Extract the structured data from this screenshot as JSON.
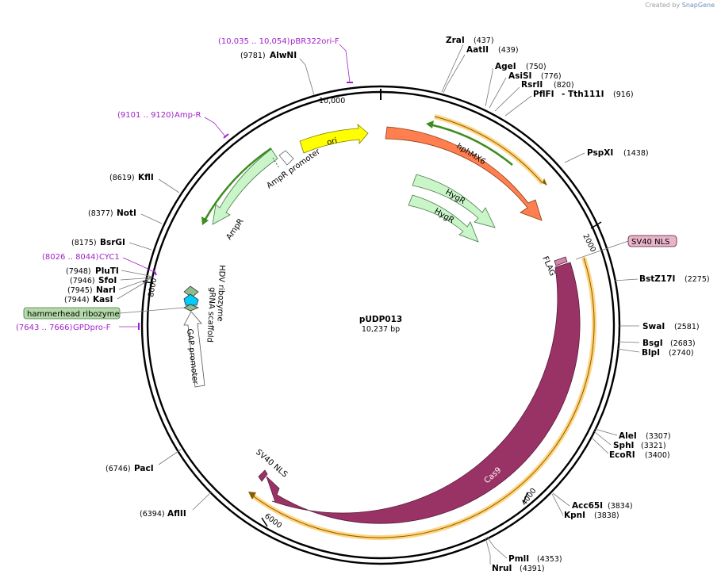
{
  "credit": {
    "prefix": "Created by",
    "brand": "SnapGene"
  },
  "plasmid": {
    "name": "pUDP013",
    "length": "10,237 bp"
  },
  "ticks": [
    "10,000",
    "2000",
    "4000",
    "6000",
    "8000"
  ],
  "sites": [
    {
      "name": "ZraI",
      "pos": "(437)"
    },
    {
      "name": "AatII",
      "pos": "(439)"
    },
    {
      "name": "AgeI",
      "pos": "(750)"
    },
    {
      "name": "AsiSI",
      "pos": "(776)"
    },
    {
      "name": "RsrII",
      "pos": "(820)"
    },
    {
      "name": "PflFI",
      "pos": "- Tth111I",
      "extra": "(916)"
    },
    {
      "name": "PspXI",
      "pos": "(1438)"
    },
    {
      "name": "BstZ17I",
      "pos": "(2275)"
    },
    {
      "name": "SwaI",
      "pos": "(2581)"
    },
    {
      "name": "BsgI",
      "pos": "(2683)"
    },
    {
      "name": "BlpI",
      "pos": "(2740)"
    },
    {
      "name": "AleI",
      "pos": "(3307)"
    },
    {
      "name": "SphI",
      "pos": "(3321)"
    },
    {
      "name": "EcoRI",
      "pos": "(3400)"
    },
    {
      "name": "Acc65I",
      "pos": "(3834)"
    },
    {
      "name": "KpnI",
      "pos": "(3838)"
    },
    {
      "name": "PmlI",
      "pos": "(4353)"
    },
    {
      "name": "NruI",
      "pos": "(4391)"
    },
    {
      "name": "AflII",
      "pos": "(6394)"
    },
    {
      "name": "PacI",
      "pos": "(6746)"
    },
    {
      "name": "KasI",
      "pos": "(7944)"
    },
    {
      "name": "NarI",
      "pos": "(7945)"
    },
    {
      "name": "SfoI",
      "pos": "(7946)"
    },
    {
      "name": "PluTI",
      "pos": "(7948)"
    },
    {
      "name": "BsrGI",
      "pos": "(8175)"
    },
    {
      "name": "NotI",
      "pos": "(8377)"
    },
    {
      "name": "KflI",
      "pos": "(8619)"
    },
    {
      "name": "AlwNI",
      "pos": "(9781)"
    }
  ],
  "primers": [
    {
      "range": "(10,035 .. 10,054)",
      "name": "pBR322ori-F"
    },
    {
      "range": "(9101 .. 9120)",
      "name": "Amp-R"
    },
    {
      "range": "(8026 .. 8044)",
      "name": "CYC1"
    },
    {
      "range": "(7643 .. 7666)",
      "name": "GPDpro-F"
    }
  ],
  "features": {
    "ori": "ori",
    "hph": "hphMX6",
    "hygr1": "HygR",
    "hygr2": "HygR",
    "ampr": "AmpR",
    "ampr_prom": "AmpR promoter",
    "flag": "FLAG",
    "cas9": "Cas9",
    "sv40_nls_bottom": "SV40 NLS",
    "sv40_nls_box": "SV40 NLS",
    "hammerhead": "hammerhead ribozyme",
    "hdv": "HDV ribozyme",
    "grna": "gRNA scaffold",
    "gap": "GAP promoter"
  },
  "colors": {
    "ori": "#ffff00",
    "hph": "#ff7f50",
    "hygr": "#c9f5c9",
    "cas9": "#993366",
    "nls_box": "#e8b4c8",
    "hammerhead_box": "#b3d9a8",
    "primer": "#a020c8",
    "orange_glow": "#ffcc66",
    "green_line": "#3c8c1e"
  }
}
